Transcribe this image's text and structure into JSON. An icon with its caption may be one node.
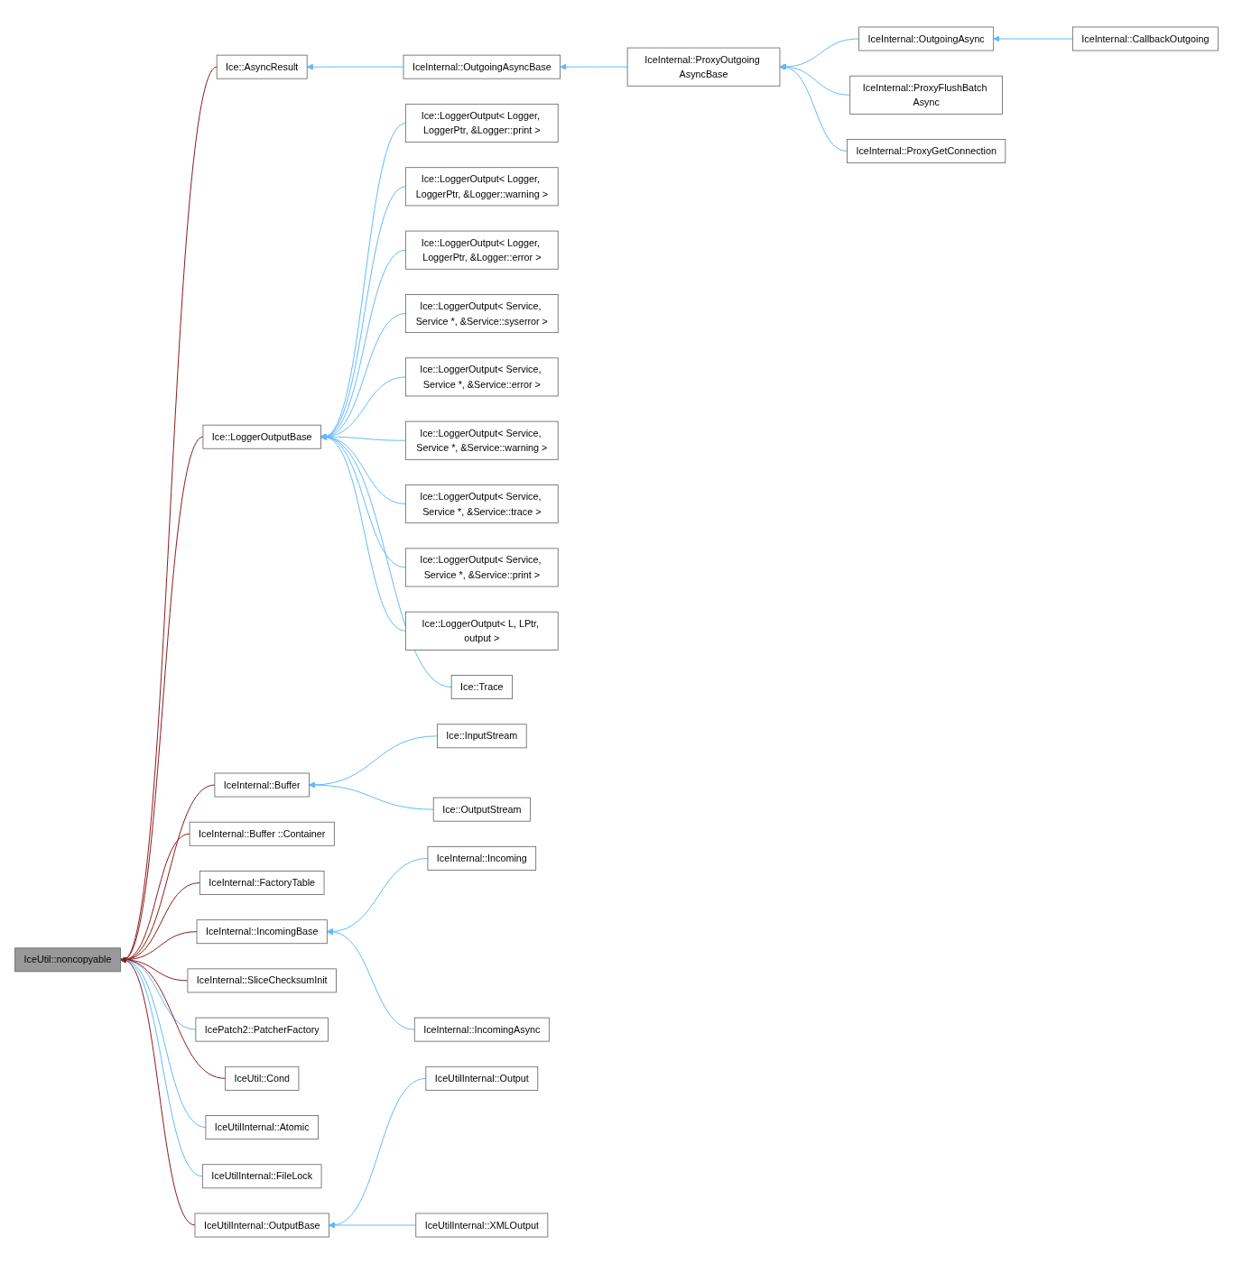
{
  "diagram": {
    "nodes": [
      {
        "text": [
          "IceUtil::noncopyable"
        ]
      },
      {
        "text": [
          "Ice::AsyncResult"
        ]
      },
      {
        "text": [
          "IceInternal::OutgoingAsyncBase"
        ]
      },
      {
        "text": [
          "IceInternal::ProxyOutgoing AsyncBase"
        ]
      },
      {
        "text": [
          "IceInternal::OutgoingAsync"
        ]
      },
      {
        "text": [
          "IceInternal::CallbackOutgoing"
        ]
      },
      {
        "text": [
          "IceInternal::ProxyFlushBatch Async"
        ]
      },
      {
        "text": [
          "IceInternal::ProxyGetConnection"
        ]
      },
      {
        "text": [
          "Ice::LoggerOutputBase"
        ]
      },
      {
        "text": [
          "Ice::LoggerOutput< Logger, LoggerPtr, &Logger::print >"
        ]
      },
      {
        "text": [
          "Ice::LoggerOutput< Logger, LoggerPtr, &Logger::warning >"
        ]
      },
      {
        "text": [
          "Ice::LoggerOutput< Logger, LoggerPtr, &Logger::error >"
        ]
      },
      {
        "text": [
          "Ice::LoggerOutput< Service, Service *, &Service::syserror >"
        ]
      },
      {
        "text": [
          "Ice::LoggerOutput< Service, Service *, &Service::error >"
        ]
      },
      {
        "text": [
          "Ice::LoggerOutput< Service, Service *, &Service::warning >"
        ]
      },
      {
        "text": [
          "Ice::LoggerOutput< Service, Service *, &Service::trace >"
        ]
      },
      {
        "text": [
          "Ice::LoggerOutput< Service, Service *, &Service::print >"
        ]
      },
      {
        "text": [
          "Ice::LoggerOutput< L, LPtr, output >"
        ]
      },
      {
        "text": [
          "Ice::Trace"
        ]
      },
      {
        "text": [
          "IceInternal::Buffer"
        ]
      },
      {
        "text": [
          "Ice::InputStream"
        ]
      },
      {
        "text": [
          "Ice::OutputStream"
        ]
      },
      {
        "text": [
          "IceInternal::Buffer ::Container"
        ]
      },
      {
        "text": [
          "IceInternal::FactoryTable"
        ]
      },
      {
        "text": [
          "IceInternal::IncomingBase"
        ]
      },
      {
        "text": [
          "IceInternal::Incoming"
        ]
      },
      {
        "text": [
          "IceInternal::IncomingAsync"
        ]
      },
      {
        "text": [
          "IceInternal::SliceChecksumInit"
        ]
      },
      {
        "text": [
          "IcePatch2::PatcherFactory"
        ]
      },
      {
        "text": [
          "IceUtil::Cond"
        ]
      },
      {
        "text": [
          "IceUtilInternal::Atomic"
        ]
      },
      {
        "text": [
          "IceUtilInternal::FileLock"
        ]
      },
      {
        "text": [
          "IceUtilInternal::OutputBase"
        ]
      },
      {
        "text": [
          "IceUtilInternal::Output"
        ]
      },
      {
        "text": [
          "IceUtilInternal::XMLOutput"
        ]
      }
    ],
    "edges": [
      {
        "from": 1,
        "to": 0,
        "arrow": "to",
        "color": "#8b1a1a"
      },
      {
        "from": 2,
        "to": 1,
        "arrow": "to"
      },
      {
        "from": 3,
        "to": 2,
        "arrow": "to"
      },
      {
        "from": 4,
        "to": 3,
        "arrow": "to"
      },
      {
        "from": 5,
        "to": 4,
        "arrow": "to"
      },
      {
        "from": 6,
        "to": 3,
        "arrow": "to"
      },
      {
        "from": 7,
        "to": 3,
        "arrow": "to"
      },
      {
        "from": 8,
        "to": 0,
        "arrow": "to",
        "color": "#8b1a1a"
      },
      {
        "from": 9,
        "to": 8,
        "arrow": "to"
      },
      {
        "from": 10,
        "to": 8,
        "arrow": "to"
      },
      {
        "from": 11,
        "to": 8,
        "arrow": "to"
      },
      {
        "from": 12,
        "to": 8,
        "arrow": "to"
      },
      {
        "from": 13,
        "to": 8,
        "arrow": "to"
      },
      {
        "from": 14,
        "to": 8,
        "arrow": "to"
      },
      {
        "from": 15,
        "to": 8,
        "arrow": "to"
      },
      {
        "from": 16,
        "to": 8,
        "arrow": "to"
      },
      {
        "from": 17,
        "to": 8,
        "arrow": "to"
      },
      {
        "from": 18,
        "to": 8,
        "arrow": "to"
      },
      {
        "from": 19,
        "to": 0,
        "arrow": "to",
        "color": "#8b1a1a"
      },
      {
        "from": 20,
        "to": 19,
        "arrow": "to"
      },
      {
        "from": 21,
        "to": 19,
        "arrow": "to"
      },
      {
        "from": 22,
        "to": 0,
        "arrow": "to",
        "color": "#8b1a1a"
      },
      {
        "from": 23,
        "to": 0,
        "arrow": "to",
        "color": "#8b1a1a"
      },
      {
        "from": 24,
        "to": 0,
        "arrow": "to",
        "color": "#8b1a1a"
      },
      {
        "from": 25,
        "to": 24,
        "arrow": "to"
      },
      {
        "from": 26,
        "to": 24,
        "arrow": "to"
      },
      {
        "from": 27,
        "to": 0,
        "arrow": "to",
        "color": "#8b1a1a"
      },
      {
        "from": 28,
        "to": 0,
        "arrow": "to"
      },
      {
        "from": 29,
        "to": 0,
        "arrow": "to",
        "color": "#8b1a1a"
      },
      {
        "from": 30,
        "to": 0,
        "arrow": "to"
      },
      {
        "from": 31,
        "to": 0,
        "arrow": "to"
      },
      {
        "from": 32,
        "to": 0,
        "arrow": "to",
        "color": "#8b1a1a"
      },
      {
        "from": 33,
        "to": 32,
        "arrow": "to"
      },
      {
        "from": 34,
        "to": 32,
        "arrow": "to"
      }
    ]
  }
}
